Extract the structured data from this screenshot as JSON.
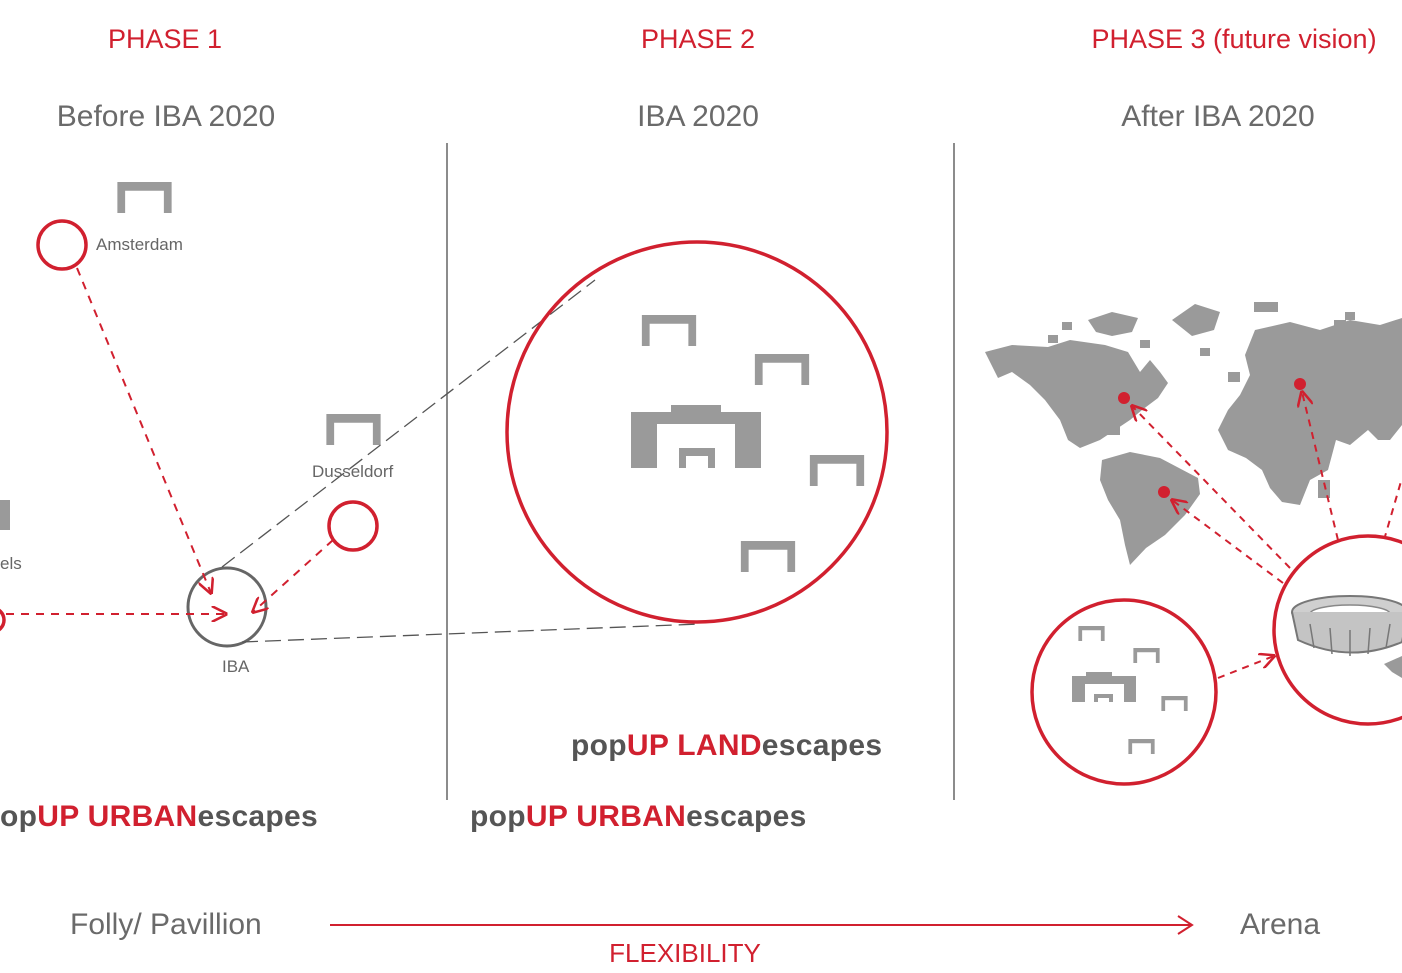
{
  "phases": [
    {
      "label": "PHASE 1",
      "subtitle": "Before IBA 2020"
    },
    {
      "label": "PHASE 2",
      "subtitle": "IBA 2020"
    },
    {
      "label": "PHASE 3 (future vision)",
      "subtitle": "After IBA 2020"
    }
  ],
  "cities": {
    "amsterdam": "Amsterdam",
    "dusseldorf": "Dusseldorf",
    "brussels_partial": "els",
    "iba": "IBA"
  },
  "brands": {
    "phase1_urban": {
      "pre": "op",
      "red": "UP URBAN",
      "post": "escapes"
    },
    "phase2_land": {
      "pre": "pop",
      "red": "UP LAND",
      "post": "escapes"
    },
    "phase2_urban": {
      "pre": "pop",
      "red": "UP URBAN",
      "post": "escapes"
    }
  },
  "axis": {
    "left": "Folly/ Pavillion",
    "right": "Arena",
    "center": "FLEXIBILITY"
  },
  "colors": {
    "accent": "#d1202f",
    "gray": "#9a9a9a",
    "text": "#555555"
  }
}
